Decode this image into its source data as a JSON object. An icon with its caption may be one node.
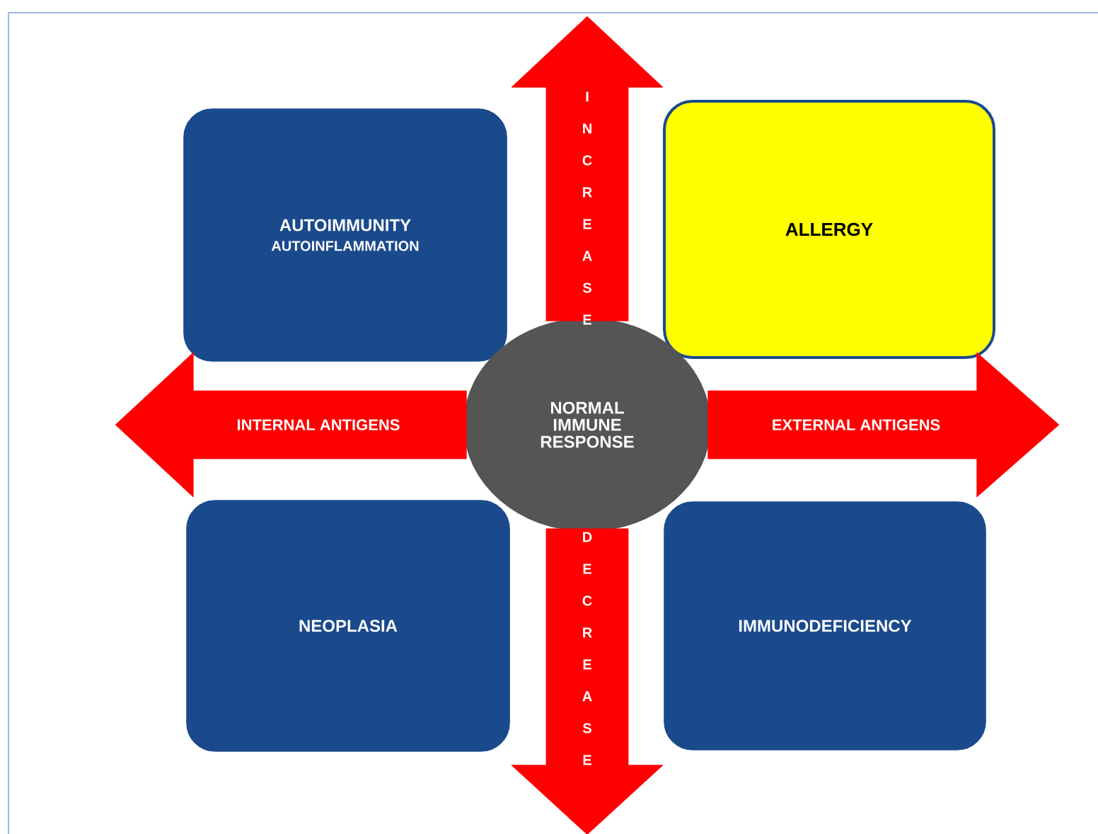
{
  "diagram": {
    "nodes": [
      {
        "text": [
          "AUTOIMMUNITY",
          "AUTOINFLAMMATION"
        ]
      },
      {
        "text": [
          "ALLERGY"
        ]
      },
      {
        "text": [
          "NORMAL IMMUNE RESPONSE"
        ]
      },
      {
        "text": [
          "NEOPLASIA"
        ]
      },
      {
        "text": [
          "IMMUNODEFICIENCY"
        ]
      }
    ],
    "edges": [
      {
        "from": 2,
        "to": null,
        "arrow": "to",
        "label": "INCREASE"
      },
      {
        "from": 2,
        "to": null,
        "arrow": "to",
        "label": "INTERNAL ANTIGENS"
      },
      {
        "from": 2,
        "to": null,
        "arrow": "to",
        "label": "EXTERNAL ANTIGENS"
      },
      {
        "from": 2,
        "to": null,
        "arrow": "to",
        "label": "DECREASE"
      }
    ]
  }
}
